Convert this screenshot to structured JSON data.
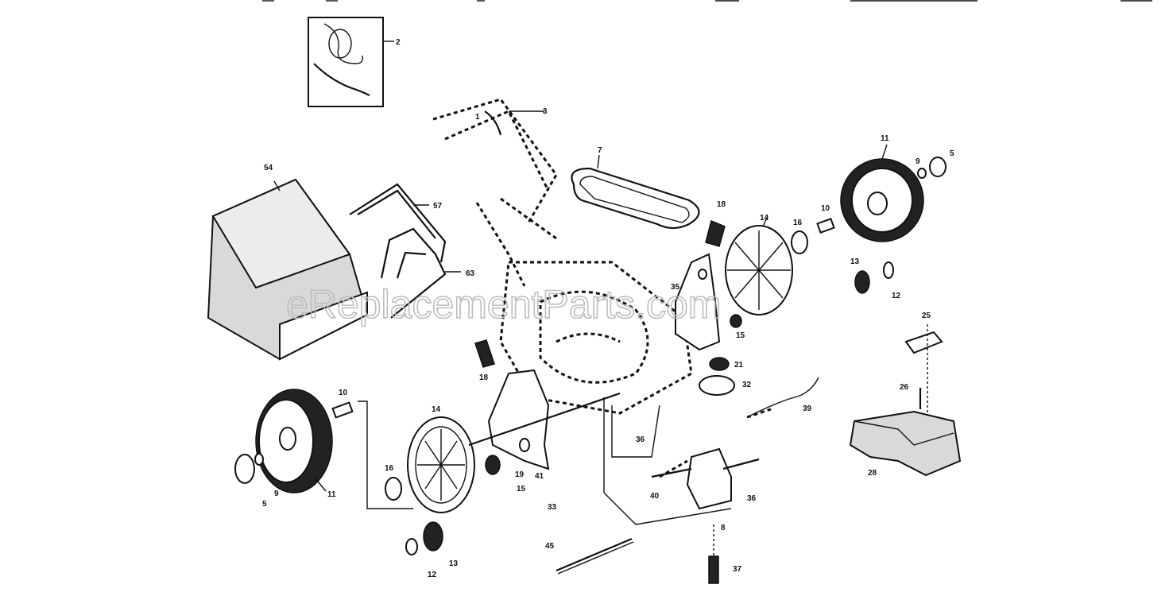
{
  "watermark": "eReplacementParts.com",
  "callouts": [
    {
      "id": "c2",
      "text": "2"
    },
    {
      "id": "c54",
      "text": "54"
    },
    {
      "id": "c57",
      "text": "57"
    },
    {
      "id": "c63",
      "text": "63"
    },
    {
      "id": "c1",
      "text": "1"
    },
    {
      "id": "c3",
      "text": "3"
    },
    {
      "id": "c7",
      "text": "7"
    },
    {
      "id": "c18t",
      "text": "18"
    },
    {
      "id": "c14r",
      "text": "14"
    },
    {
      "id": "c16r",
      "text": "16"
    },
    {
      "id": "c10r",
      "text": "10"
    },
    {
      "id": "c11r",
      "text": "11"
    },
    {
      "id": "c9r",
      "text": "9"
    },
    {
      "id": "c5r",
      "text": "5"
    },
    {
      "id": "c13r",
      "text": "13"
    },
    {
      "id": "c12r",
      "text": "12"
    },
    {
      "id": "c35",
      "text": "35"
    },
    {
      "id": "c15r",
      "text": "15"
    },
    {
      "id": "c21",
      "text": "21"
    },
    {
      "id": "c32",
      "text": "32"
    },
    {
      "id": "c25",
      "text": "25"
    },
    {
      "id": "c26",
      "text": "26"
    },
    {
      "id": "c28",
      "text": "28"
    },
    {
      "id": "c19",
      "text": "19"
    },
    {
      "id": "c18l",
      "text": "18"
    },
    {
      "id": "c10l",
      "text": "10"
    },
    {
      "id": "c14l",
      "text": "14"
    },
    {
      "id": "c16l",
      "text": "16"
    },
    {
      "id": "c5l",
      "text": "5"
    },
    {
      "id": "c9l",
      "text": "9"
    },
    {
      "id": "c11l",
      "text": "11"
    },
    {
      "id": "c15l",
      "text": "15"
    },
    {
      "id": "c41",
      "text": "41"
    },
    {
      "id": "c33",
      "text": "33"
    },
    {
      "id": "c36a",
      "text": "36"
    },
    {
      "id": "c39",
      "text": "39"
    },
    {
      "id": "c40",
      "text": "40"
    },
    {
      "id": "c36b",
      "text": "36"
    },
    {
      "id": "c8",
      "text": "8"
    },
    {
      "id": "c37",
      "text": "37"
    },
    {
      "id": "c45",
      "text": "45"
    },
    {
      "id": "c12l",
      "text": "12"
    },
    {
      "id": "c13l",
      "text": "13"
    }
  ]
}
